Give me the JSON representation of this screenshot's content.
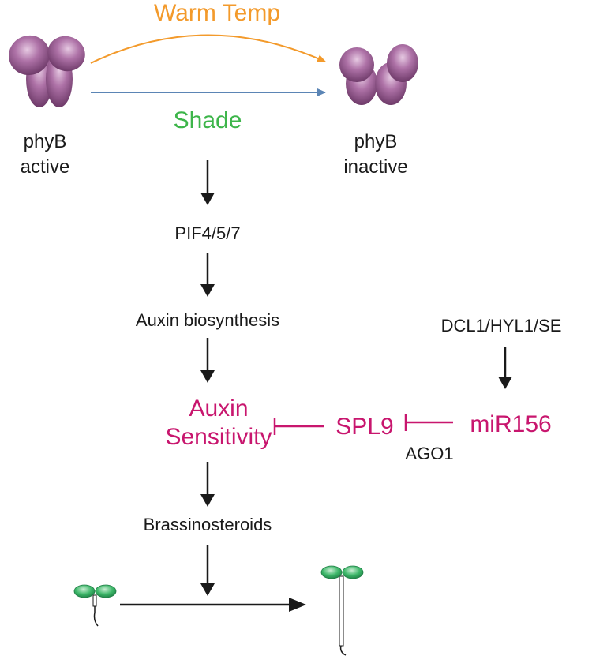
{
  "colors": {
    "warm": "#F39A2B",
    "shade_arrow": "#5B85B5",
    "shade_text": "#3DB54A",
    "magenta": "#C8166E",
    "black": "#1a1a1a",
    "protein": "#9B5A94",
    "seedling": "#2FA35A"
  },
  "stimuli": {
    "warm_temp": "Warm Temp",
    "shade": "Shade"
  },
  "phyB_active": {
    "line1": "phyB",
    "line2": "active"
  },
  "phyB_inactive": {
    "line1": "phyB",
    "line2": "inactive"
  },
  "pathway": {
    "pif": "PIF4/5/7",
    "auxin_biosynthesis": "Auxin biosynthesis",
    "auxin_sensitivity_line1": "Auxin",
    "auxin_sensitivity_line2": "Sensitivity",
    "brassinosteroids": "Brassinosteroids"
  },
  "mirna_branch": {
    "dcl1": "DCL1/HYL1/SE",
    "mir156": "miR156",
    "spl9": "SPL9",
    "ago1": "AGO1"
  },
  "icons": [
    "phyB-active-dimer-icon",
    "phyB-inactive-dimer-icon",
    "short-seedling-icon",
    "elongated-seedling-icon"
  ]
}
